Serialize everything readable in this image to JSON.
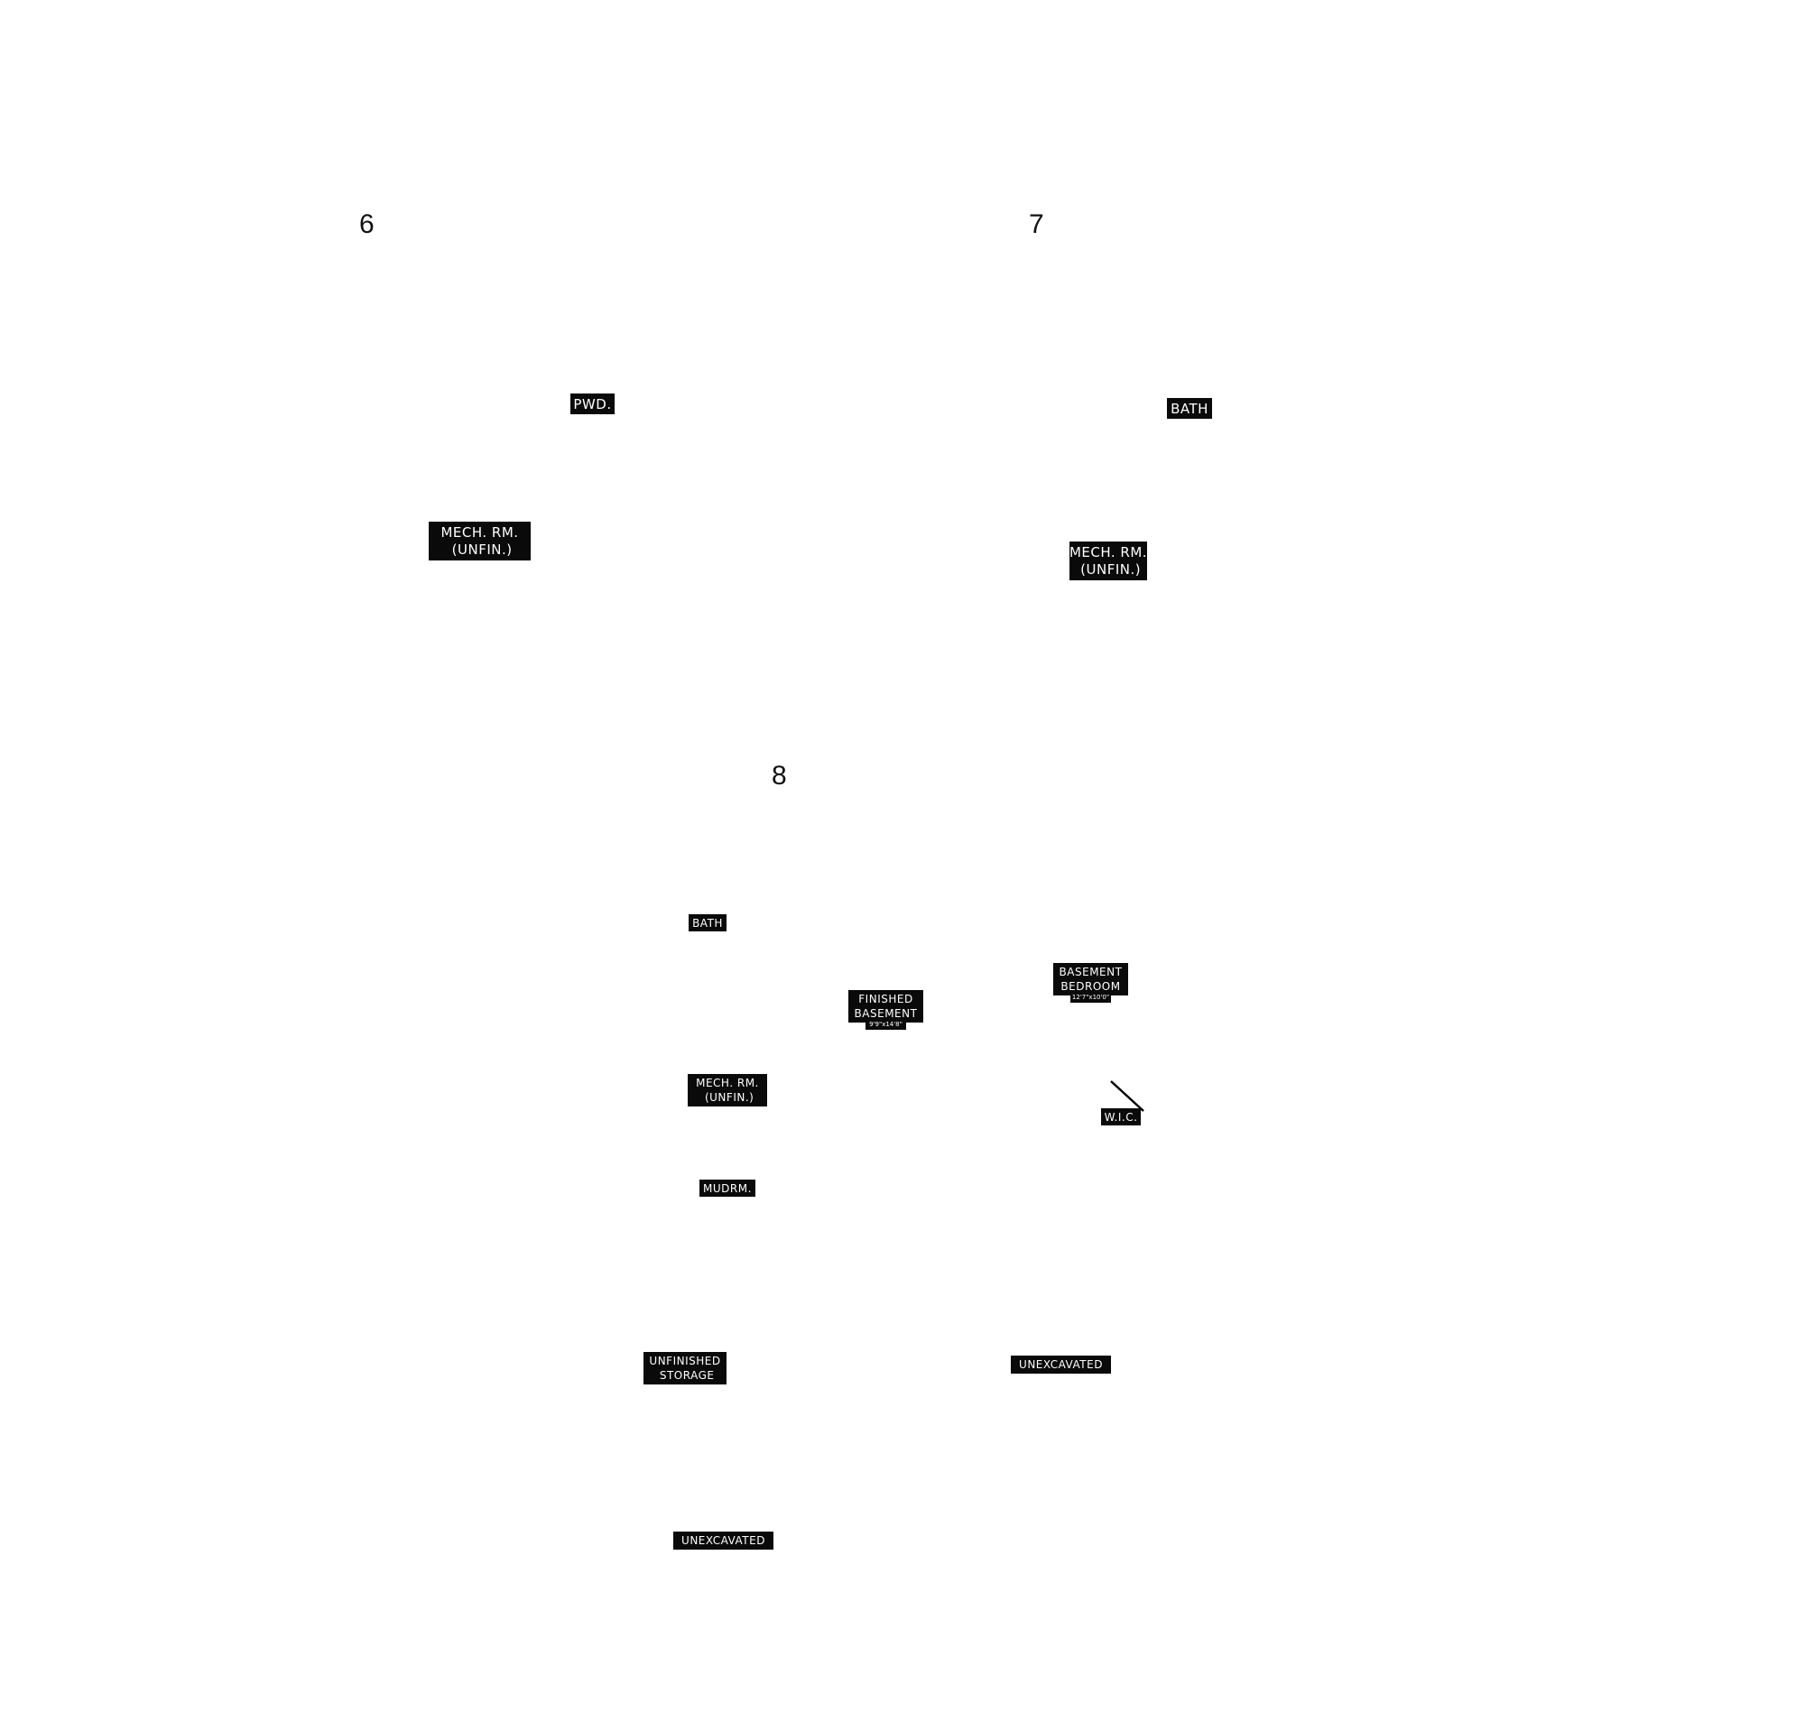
{
  "plans": [
    {
      "number": "6",
      "labels": {
        "pwd": "PWD.",
        "mech": "MECH. RM.\n (UNFIN.)"
      }
    },
    {
      "number": "7",
      "labels": {
        "bath": "BATH",
        "mech": "MECH. RM.\n (UNFIN.)"
      }
    },
    {
      "number": "8",
      "labels": {
        "bath": "BATH",
        "finished_basement": "FINISHED\nBASEMENT",
        "finished_basement_dims": "9'9\"x14'8\"",
        "basement_bedroom": "BASEMENT\nBEDROOM",
        "basement_bedroom_dims": "12'7\"x10'0\"",
        "mech": "MECH. RM.\n (UNFIN.)",
        "wic": "W.I.C.",
        "mudrm": "MUDRM.",
        "unfinished_storage": "UNFINISHED\n STORAGE",
        "unexcavated_right": "UNEXCAVATED",
        "unexcavated_bottom": "UNEXCAVATED"
      }
    }
  ],
  "colors": {
    "label_background": "#0a0a0a",
    "label_text": "#ffffff",
    "plan_number": "#111111",
    "page_background": "#ffffff"
  }
}
